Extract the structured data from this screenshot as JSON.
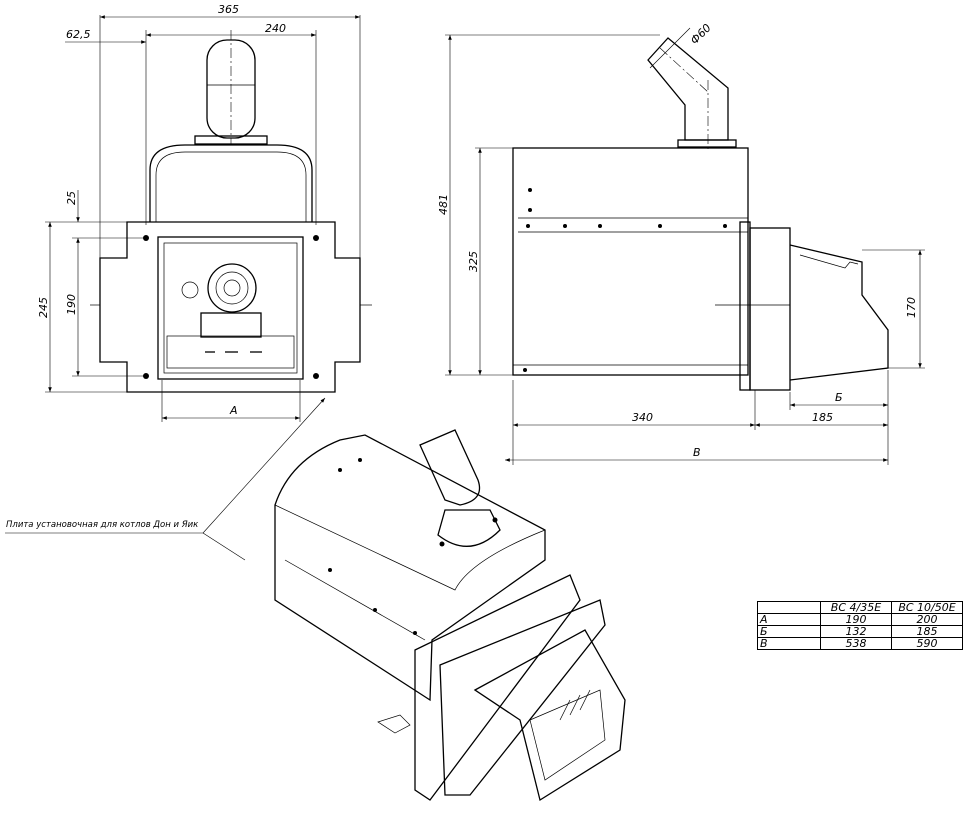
{
  "front_view": {
    "dim_total_width": "365",
    "dim_offset": "62,5",
    "dim_housing_width": "240",
    "dim_top_offset": "25",
    "dim_plate_height": "245",
    "dim_opening_height": "190",
    "dim_a": "A"
  },
  "side_view": {
    "dim_chimney_dia": "Ф60",
    "dim_total_height": "481",
    "dim_body_height": "325",
    "dim_grate_height": "170",
    "dim_b": "Б",
    "dim_grate_length": "185",
    "dim_body_length": "340",
    "dim_total_length": "В"
  },
  "callout": {
    "label": "Плита установочная для котлов Дон и Яик"
  },
  "spec_table": {
    "headers": [
      "",
      "ВС 4/35Е",
      "ВС 10/50Е"
    ],
    "rows": [
      {
        "param": "А",
        "v1": "190",
        "v2": "200"
      },
      {
        "param": "Б",
        "v1": "132",
        "v2": "185"
      },
      {
        "param": "В",
        "v1": "538",
        "v2": "590"
      }
    ]
  }
}
